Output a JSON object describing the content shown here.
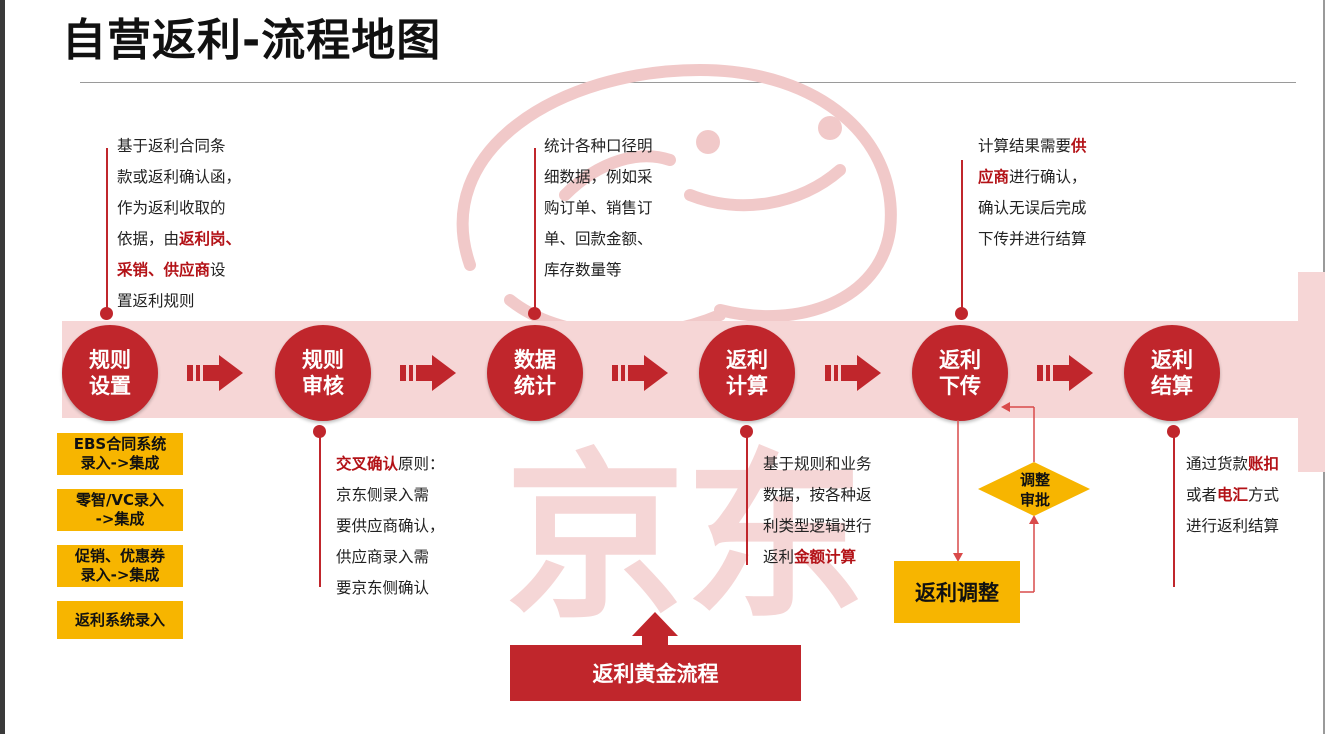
{
  "title": "自营返利-流程地图",
  "steps": [
    {
      "line1": "规则",
      "line2": "设置"
    },
    {
      "line1": "规则",
      "line2": "审核"
    },
    {
      "line1": "数据",
      "line2": "统计"
    },
    {
      "line1": "返利",
      "line2": "计算"
    },
    {
      "line1": "返利",
      "line2": "下传"
    },
    {
      "line1": "返利",
      "line2": "结算"
    }
  ],
  "desc_setup": {
    "l1": "基于返利合同条",
    "l2": "款或返利确认函，",
    "l3": "作为返利收取的",
    "l4_a": "依据，由",
    "l4_b": "返利岗、",
    "l5_a": "采销、供应商",
    "l5_b": "设",
    "l6": "置返利规则"
  },
  "desc_audit": {
    "l1_a": "交叉确认",
    "l1_b": "原则：",
    "l2": "京东侧录入需",
    "l3": "要供应商确认，",
    "l4": "供应商录入需",
    "l5": "要京东侧确认"
  },
  "desc_stats": {
    "l1": "统计各种口径明",
    "l2": "细数据，例如采",
    "l3": "购订单、销售订",
    "l4": "单、回款金额、",
    "l5": "库存数量等"
  },
  "desc_calc": {
    "l1": "基于规则和业务",
    "l2": "数据，按各种返",
    "l3": "利类型逻辑进行",
    "l4_a": "返利",
    "l4_b": "金额计算"
  },
  "desc_push": {
    "l1_a": "计算结果需要",
    "l1_b": "供",
    "l2_a": "应商",
    "l2_b": "进行确认，",
    "l3": "确认无误后完成",
    "l4": "下传并进行结算"
  },
  "desc_settle": {
    "l1_a": "通过货款",
    "l1_b": "账扣",
    "l2_a": "或者",
    "l2_b": "电汇",
    "l2_c": "方式",
    "l3": "进行返利结算"
  },
  "entry_boxes": [
    {
      "line1": "EBS合同系统",
      "line2": "录入->集成"
    },
    {
      "line1": "零智/VC录入",
      "line2": "->集成"
    },
    {
      "line1": "促销、优惠券",
      "line2": "录入->集成"
    },
    {
      "line1": "返利系统录入",
      "line2": ""
    }
  ],
  "adjust_label": "返利调整",
  "approval": {
    "line1": "调整",
    "line2": "审批"
  },
  "golden_label": "返利黄金流程",
  "watermark_text": "京东",
  "colors": {
    "brand_red": "#c0262c",
    "highlight_red": "#b31217",
    "yellow": "#f7b500",
    "band": "#f6d6d6"
  }
}
